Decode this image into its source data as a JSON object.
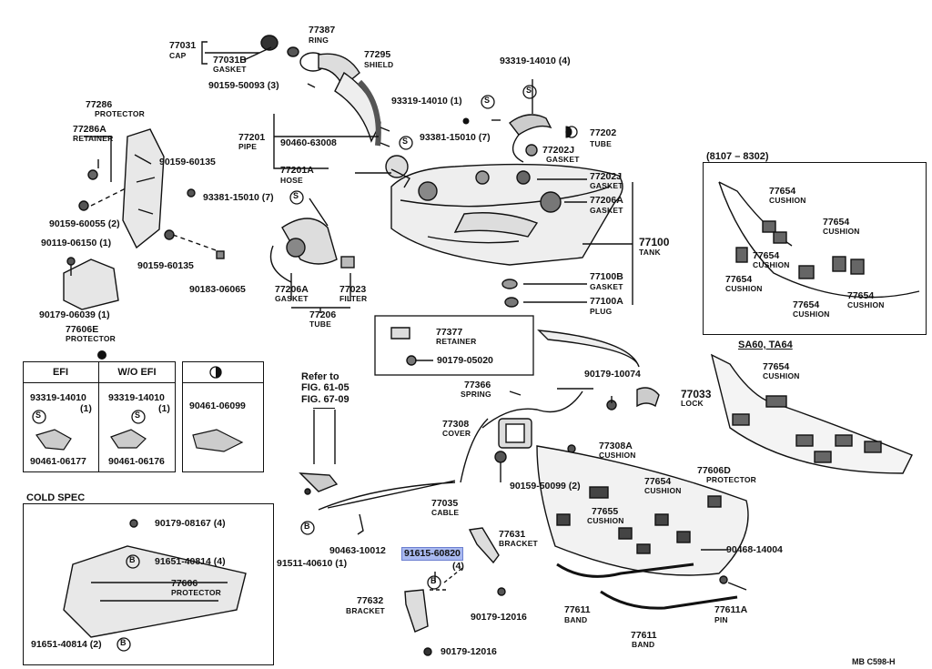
{
  "labels": {
    "l77031": "77031",
    "l77031n": "CAP",
    "l77387": "77387",
    "l77387n": "RING",
    "l77295": "77295",
    "l77295n": "SHIELD",
    "l77031B": "77031B",
    "l77031Bn": "GASKET",
    "l9015950093": "90159-50093 (3)",
    "l93319_4": "93319-14010 (4)",
    "l93319_1": "93319-14010 (1)",
    "l77286": "77286",
    "l77286n": "PROTECTOR",
    "l77286A": "77286A",
    "l77286An": "RETAINER",
    "l77201": "77201",
    "l77201n": "PIPE",
    "l9046063008": "90460-63008",
    "l9338115010a": "93381-15010 (7)",
    "l77202": "77202",
    "l77202n": "TUBE",
    "l77202J_top": "77202J",
    "l77202J_topn": "GASKET",
    "l9015960135a": "90159-60135",
    "l77201A": "77201A",
    "l77201An": "HOSE",
    "l77202J": "77202J",
    "l77202Jn": "GASKET",
    "l9338115010b": "93381-15010 (7)",
    "l77206A_r": "77206A",
    "l77206A_rn": "GASKET",
    "l9015960055": "90159-60055 (2)",
    "l9011906150": "90119-06150 (1)",
    "l9015960135b": "90159-60135",
    "l77100": "77100",
    "l77100n": "TANK",
    "l9018306065": "90183-06065",
    "l77206A_l": "77206A",
    "l77206A_ln": "GASKET",
    "l77023": "77023",
    "l77023n": "FILTER",
    "l77100B": "77100B",
    "l77100Bn": "GASKET",
    "l77100A": "77100A",
    "l77100An": "PLUG",
    "l9017906039": "90179-06039 (1)",
    "l77206": "77206",
    "l77206n": "TUBE",
    "l77606E": "77606E",
    "l77606En": "PROTECTOR",
    "l77377": "77377",
    "l77377n": "RETAINER",
    "l9017905020": "90179-05020",
    "l9017910074": "90179-10074",
    "l77366": "77366",
    "l77366n": "SPRING",
    "l77033": "77033",
    "l77033n": "LOCK",
    "l77308": "77308",
    "l77308n": "COVER",
    "l77308A": "77308A",
    "l77308An": "CUSHION",
    "l9015950099": "90159-50099 (2)",
    "l77606D": "77606D",
    "l77606Dn": "PROTECTOR",
    "l77654_c": "77654",
    "l77654_cn": "CUSHION",
    "l77655": "77655",
    "l77655n": "CUSHION",
    "l77035": "77035",
    "l77035n": "CABLE",
    "l77631": "77631",
    "l77631n": "BRACKET",
    "l9046814004": "90468-14004",
    "l9046310012": "90463-10012",
    "l9161560820": "91615-60820",
    "l9161560820q": "(4)",
    "l9151140610": "91511-40610 (1)",
    "l77632": "77632",
    "l77632n": "BRACKET",
    "l9017912016a": "90179-12016",
    "l77611a": "77611",
    "l77611an": "BAND",
    "l77611A": "77611A",
    "l77611An": "PIN",
    "l77611b": "77611",
    "l77611bn": "BAND",
    "l9017912016b": "90179-12016",
    "l9017908167": "90179-08167 (4)",
    "l9165140814a": "91651-40814 (4)",
    "l77606": "77606",
    "l77606n": "PROTECTOR",
    "l9165140814b": "91651-40814 (2)",
    "refer1": "Refer to",
    "refer2": "FIG. 61-05",
    "refer3": "FIG. 67-09",
    "code": "MB  C598-H",
    "symS": "S",
    "symB": "B"
  },
  "efi_table": {
    "col1": "EFI",
    "col2": "W/O EFI",
    "efi_top": "93319-14010",
    "efi_qty": "(1)",
    "efi_bot": "90461-06177",
    "woefi_top": "93319-14010",
    "woefi_qty": "(1)",
    "woefi_bot": "90461-06176",
    "third_part": "90461-06099"
  },
  "panel_8107": {
    "title": "(8107 – 8302)",
    "part": "77654",
    "name": "CUSHION"
  },
  "panel_sa60": {
    "title": "SA60, TA64",
    "part": "77654",
    "name": "CUSHION"
  },
  "cold_spec": {
    "title": "COLD  SPEC"
  }
}
